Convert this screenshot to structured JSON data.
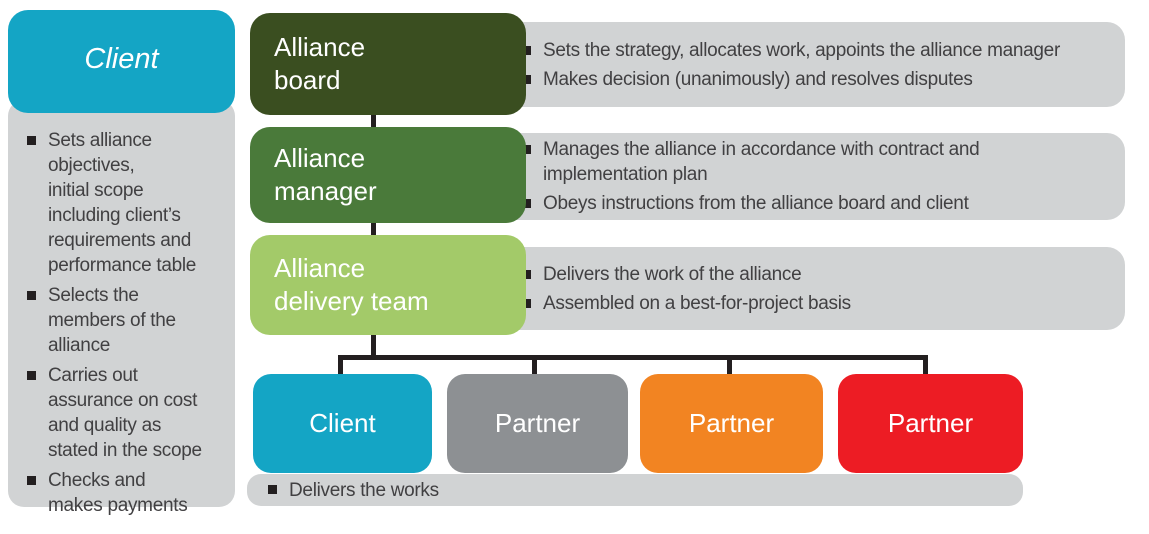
{
  "palette": {
    "cyan": "#14a5c5",
    "dark_green": "#3a4e20",
    "mid_green": "#4a7a3a",
    "light_green": "#a3ca69",
    "partner_gray": "#8d9093",
    "orange": "#f28422",
    "red": "#ed1c24",
    "panel_gray": "#d1d3d4",
    "text": "#414042",
    "connector": "#231f20"
  },
  "client_column": {
    "title": "Client",
    "responsibilities": [
      "Sets alliance\nobjectives,\ninitial scope\nincluding client’s\nrequirements and\nperformance table",
      "Selects the\nmembers of the\nalliance",
      "Carries out\nassurance on cost\nand quality as\nstated in the scope",
      "Checks and\nmakes payments"
    ]
  },
  "hierarchy": {
    "levels": [
      {
        "label": "Alliance\nboard",
        "bullets": [
          "Sets the strategy, allocates work, appoints the alliance manager",
          "Makes decision (unanimously) and resolves disputes"
        ]
      },
      {
        "label": "Alliance\nmanager",
        "bullets": [
          "Manages the alliance in accordance with contract and\nimplementation plan",
          "Obeys instructions from the alliance board and client"
        ]
      },
      {
        "label": "Alliance\ndelivery team",
        "bullets": [
          "Delivers the work of the alliance",
          "Assembled on a best-for-project basis"
        ]
      }
    ],
    "members": [
      {
        "label": "Client"
      },
      {
        "label": "Partner"
      },
      {
        "label": "Partner"
      },
      {
        "label": "Partner"
      }
    ],
    "members_note": "Delivers the works"
  }
}
